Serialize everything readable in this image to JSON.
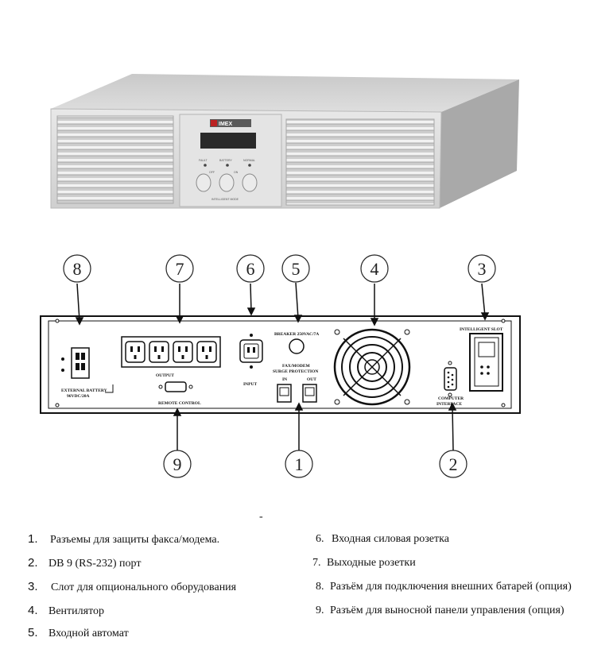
{
  "device": {
    "brand": "IMEX",
    "indicators": [
      "FAULT",
      "BATTERY",
      "NORMAL"
    ],
    "button_labels": [
      "OFF",
      "ON"
    ],
    "front_caption": "INTELLIGENT MODE"
  },
  "rear_panel": {
    "external_battery": [
      "EXTERNAL BATTERY",
      "96VDC/20A"
    ],
    "output": "OUTPUT",
    "input": "INPUT",
    "breaker": "BREAKER 250VAC/7A",
    "fax_modem": [
      "FAX/MODEM",
      "SURGE PROTECTION"
    ],
    "fax_in": "IN",
    "fax_out": "OUT",
    "remote_control": "REMOTE CONTROL",
    "computer_interface": [
      "COMPUTER",
      "INTERFACE"
    ],
    "intelligent_slot": "INTELLIGENT SLOT"
  },
  "callouts": [
    "1",
    "2",
    "3",
    "4",
    "5",
    "6",
    "7",
    "8",
    "9"
  ],
  "separator": "-",
  "legend": {
    "left": [
      {
        "num": "1.",
        "text": "Разъемы для защиты факса/модема."
      },
      {
        "num": "2.",
        "text": "DB 9 (RS-232) порт"
      },
      {
        "num": "3.",
        "text": "Слот для опционального оборудования"
      },
      {
        "num": "4.",
        "text": "Вентилятор"
      },
      {
        "num": "5.",
        "text": "Входной автомат"
      }
    ],
    "right": [
      {
        "num": "6.",
        "text": "Входная силовая розетка"
      },
      {
        "num": "7.",
        "text": "Выходные розетки"
      },
      {
        "num": "8.",
        "text": "Разъём для подключения внешних батарей (опция)"
      },
      {
        "num": "9.",
        "text": "Разъём для выносной панели управления (опция)"
      }
    ]
  }
}
